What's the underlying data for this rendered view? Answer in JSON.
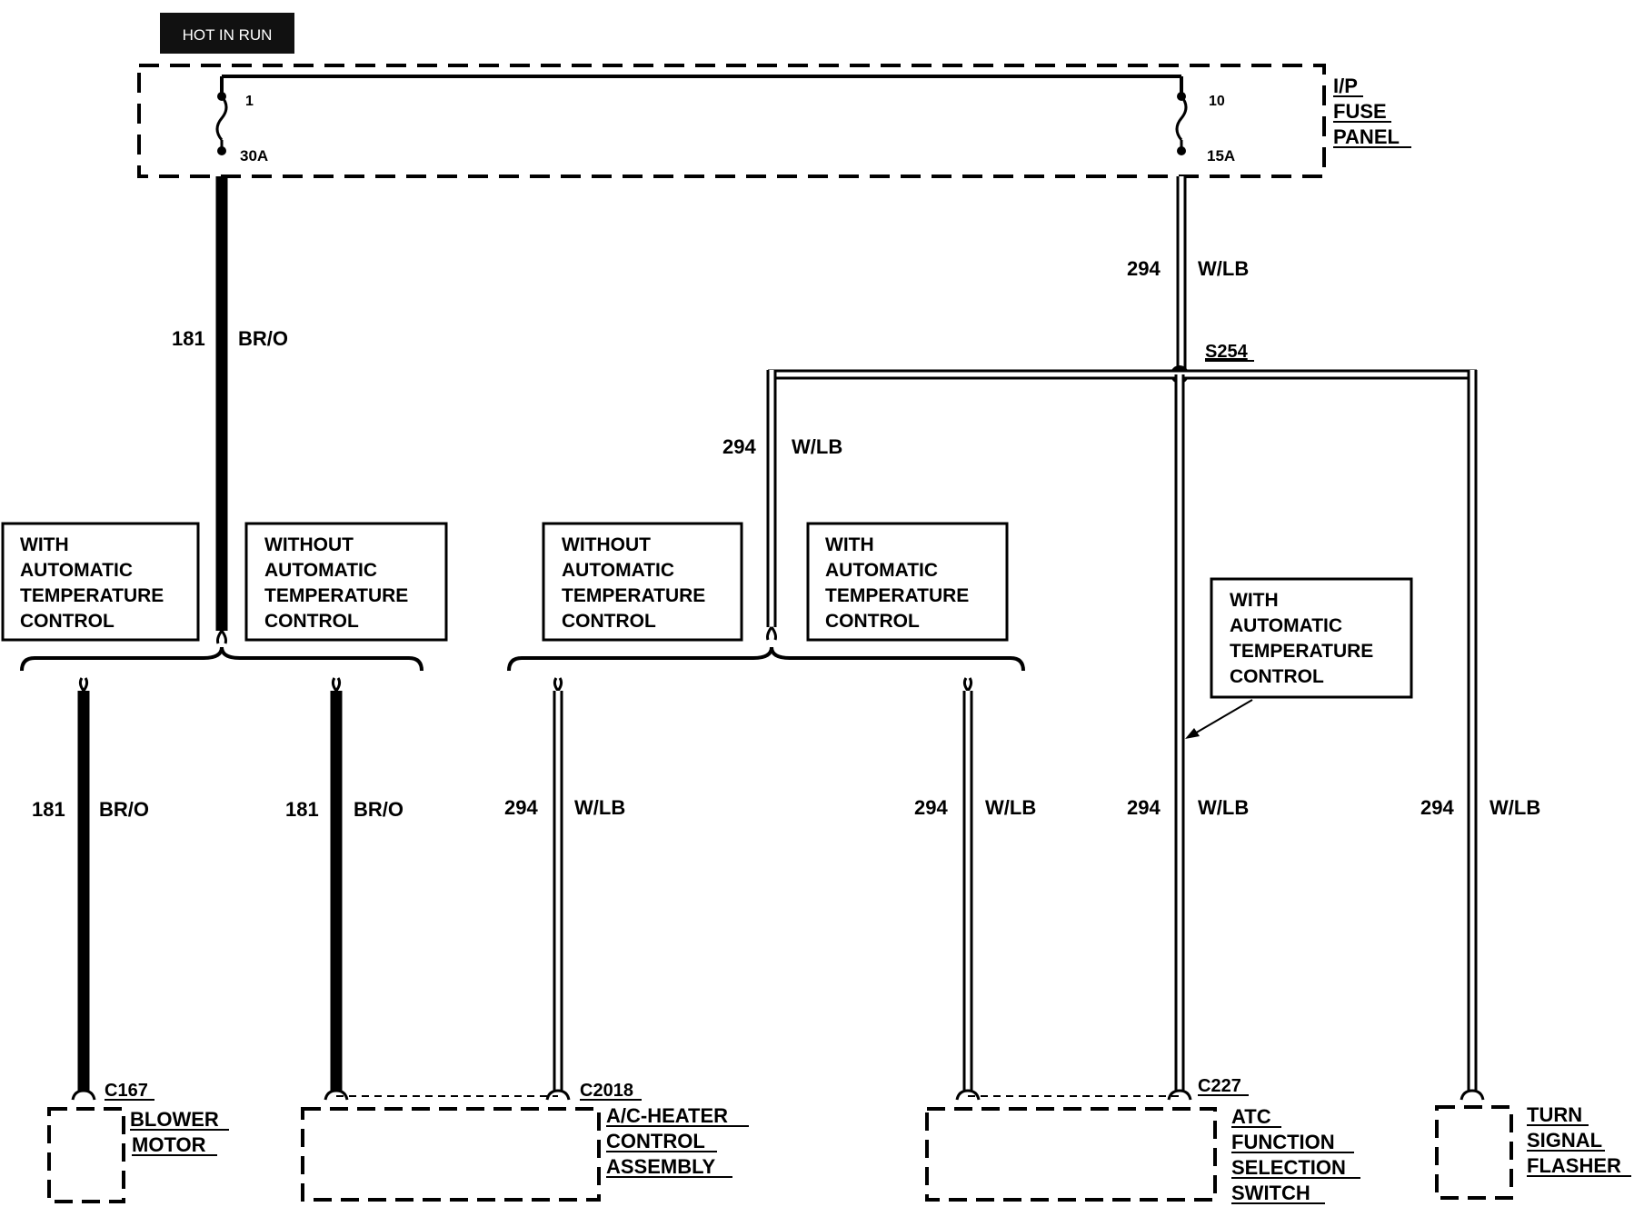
{
  "header": {
    "hot_in_run": "HOT IN RUN"
  },
  "fuse_panel": {
    "name_lines": [
      "I/P",
      "FUSE",
      "PANEL"
    ],
    "fuse_left": {
      "number": "1",
      "rating": "30A"
    },
    "fuse_right": {
      "number": "10",
      "rating": "15A"
    }
  },
  "splice": {
    "id": "S254"
  },
  "wires": {
    "w181_top": {
      "circuit": "181",
      "color": "BR/O"
    },
    "w294_top": {
      "circuit": "294",
      "color": "W/LB"
    },
    "w294_branch": {
      "circuit": "294",
      "color": "W/LB"
    },
    "w181_blower": {
      "circuit": "181",
      "color": "BR/O"
    },
    "w181_acheater": {
      "circuit": "181",
      "color": "BR/O"
    },
    "w294_acheater": {
      "circuit": "294",
      "color": "W/LB"
    },
    "w294_atc_a": {
      "circuit": "294",
      "color": "W/LB"
    },
    "w294_atc_b": {
      "circuit": "294",
      "color": "W/LB"
    },
    "w294_flasher": {
      "circuit": "294",
      "color": "W/LB"
    }
  },
  "option_boxes": {
    "box1": [
      "WITH",
      "AUTOMATIC",
      "TEMPERATURE",
      "CONTROL"
    ],
    "box2": [
      "WITHOUT",
      "AUTOMATIC",
      "TEMPERATURE",
      "CONTROL"
    ],
    "box3": [
      "WITHOUT",
      "AUTOMATIC",
      "TEMPERATURE",
      "CONTROL"
    ],
    "box4": [
      "WITH",
      "AUTOMATIC",
      "TEMPERATURE",
      "CONTROL"
    ],
    "box5": [
      "WITH",
      "AUTOMATIC",
      "TEMPERATURE",
      "CONTROL"
    ]
  },
  "connectors": {
    "c167": "C167",
    "c2018": "C2018",
    "c227": "C227"
  },
  "components": {
    "blower_motor": [
      "BLOWER",
      "MOTOR"
    ],
    "ac_heater": [
      "A/C-HEATER",
      "CONTROL",
      "ASSEMBLY"
    ],
    "atc_switch": [
      "ATC",
      "FUNCTION",
      "SELECTION",
      "SWITCH"
    ],
    "turn_flasher": [
      "TURN",
      "SIGNAL",
      "FLASHER"
    ]
  }
}
